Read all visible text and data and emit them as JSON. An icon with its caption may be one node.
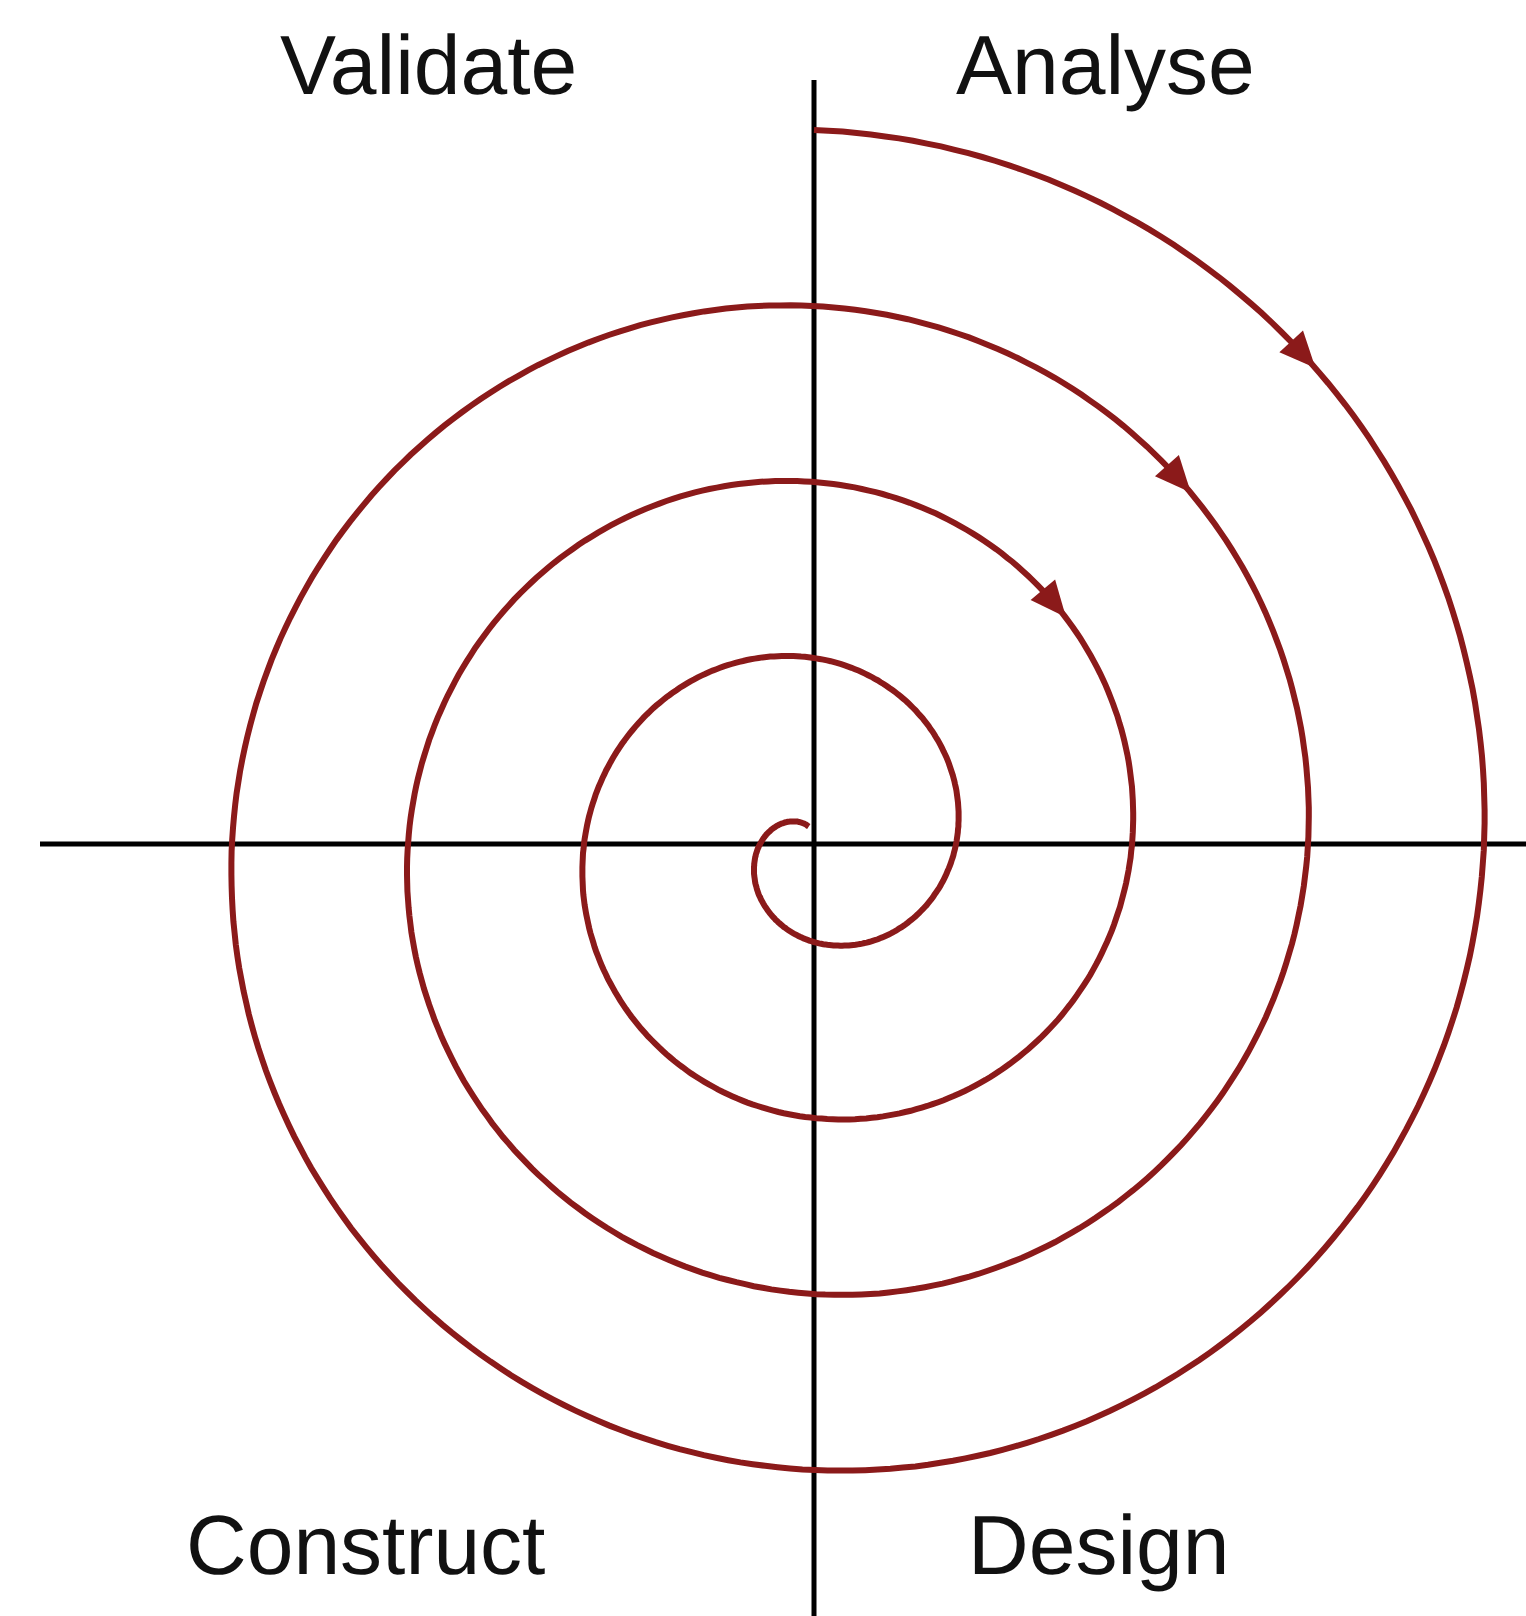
{
  "diagram": {
    "labels": [
      "Validate",
      "Analyse",
      "Construct",
      "Design"
    ]
  }
}
